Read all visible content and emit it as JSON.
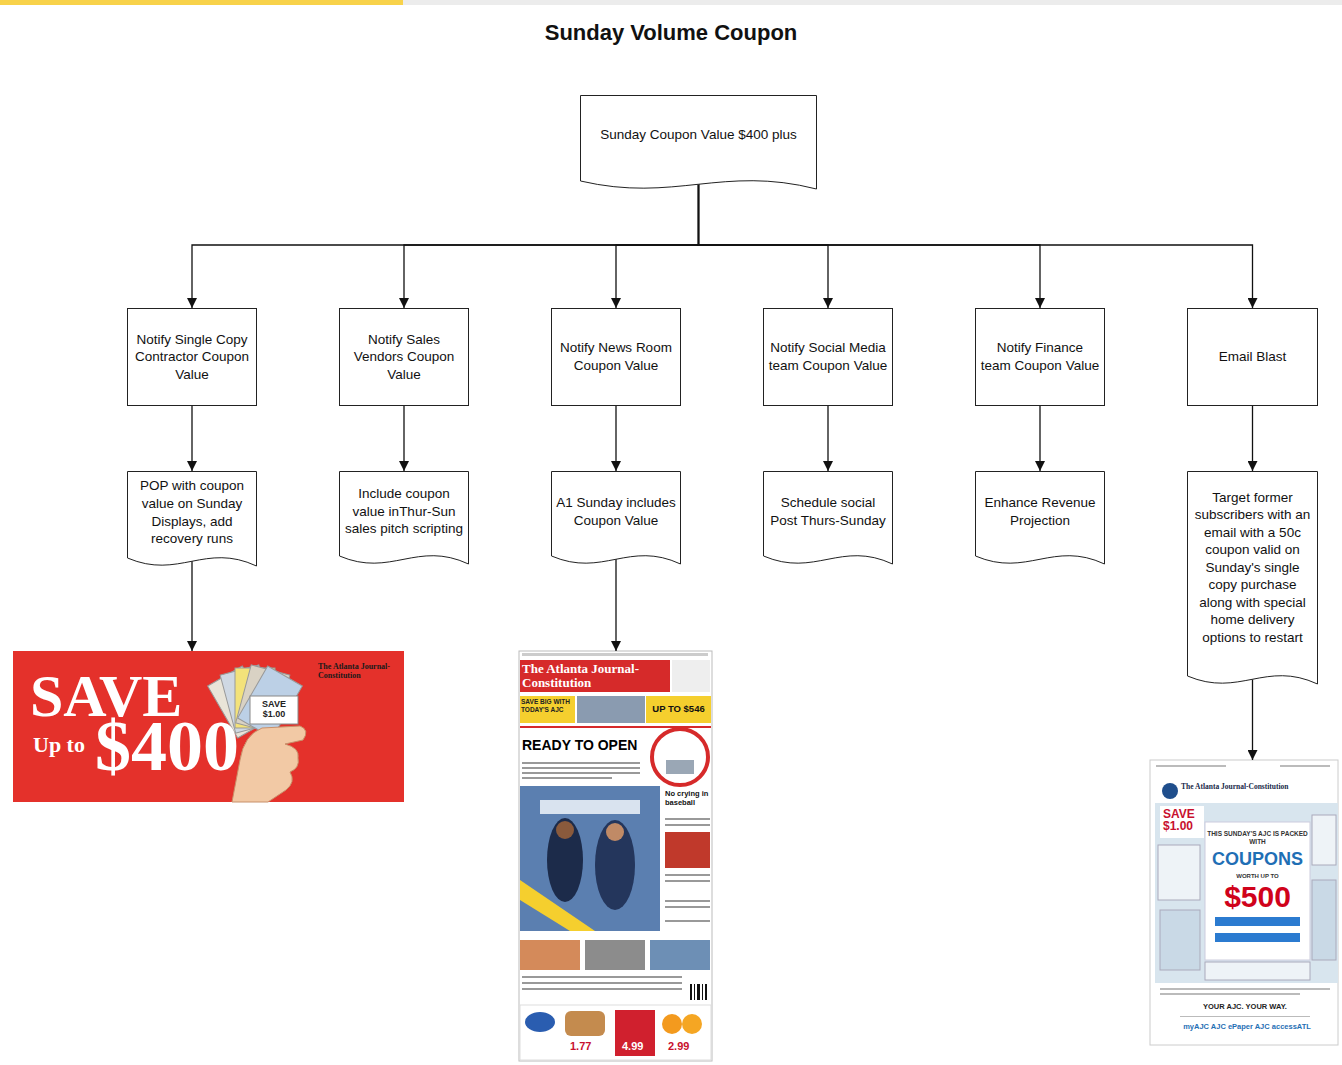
{
  "diagram": {
    "title": "Sunday Volume Coupon",
    "nodes": [
      {
        "text": [
          "Sunday Coupon Value $400 plus"
        ]
      },
      {
        "text": [
          "Notify Single Copy Contractor Coupon Value"
        ]
      },
      {
        "text": [
          "Notify Sales Vendors Coupon Value"
        ]
      },
      {
        "text": [
          "Notify News Room Coupon Value"
        ]
      },
      {
        "text": [
          "Notify Social Media team Coupon Value"
        ]
      },
      {
        "text": [
          "Notify Finance team Coupon Value"
        ]
      },
      {
        "text": [
          "Email Blast"
        ]
      },
      {
        "text": [
          "POP with coupon value on Sunday Displays, add recovery runs"
        ]
      },
      {
        "text": [
          "Include coupon value inThur-Sun sales pitch scripting"
        ]
      },
      {
        "text": [
          "A1 Sunday includes Coupon Value"
        ]
      },
      {
        "text": [
          "Schedule social Post Thurs-Sunday"
        ]
      },
      {
        "text": [
          "Enhance Revenue Projection"
        ]
      },
      {
        "text": [
          "Target former subscribers with an email with a 50c coupon valid on Sunday's single copy purchase along with special home delivery options to restart"
        ]
      },
      {
        "text": [
          "SAVE",
          "Up to",
          "$400",
          "The Atlanta Journal-Constitution"
        ]
      },
      {
        "text": [
          "The Atlanta Journal-Constitution",
          "SAVE BIG WITH TODAY'S AJC",
          "UP TO $546",
          "READY TO OPEN",
          "No crying in baseball",
          "1.77",
          "4.99",
          "2.99"
        ]
      },
      {
        "text": [
          "The Atlanta Journal-Constitution",
          "SAVE $1.00",
          "THIS SUNDAY'S AJC IS PACKED WITH",
          "COUPONS",
          "WORTH UP TO",
          "$500",
          "YOUR AJC. YOUR WAY.",
          "myAJC AJC ePaper AJC accessATL"
        ]
      }
    ],
    "edges": [
      {
        "from": 0,
        "to": 1,
        "arrow": "to"
      },
      {
        "from": 0,
        "to": 2,
        "arrow": "to"
      },
      {
        "from": 0,
        "to": 3,
        "arrow": "to"
      },
      {
        "from": 0,
        "to": 4,
        "arrow": "to"
      },
      {
        "from": 0,
        "to": 5,
        "arrow": "to"
      },
      {
        "from": 0,
        "to": 6,
        "arrow": "to"
      },
      {
        "from": 1,
        "to": 7,
        "arrow": "to"
      },
      {
        "from": 2,
        "to": 8,
        "arrow": "to"
      },
      {
        "from": 3,
        "to": 9,
        "arrow": "to"
      },
      {
        "from": 4,
        "to": 10,
        "arrow": "to"
      },
      {
        "from": 5,
        "to": 11,
        "arrow": "to"
      },
      {
        "from": 6,
        "to": 12,
        "arrow": "to"
      },
      {
        "from": 7,
        "to": 13,
        "arrow": "to"
      },
      {
        "from": 9,
        "to": 14,
        "arrow": "to"
      },
      {
        "from": 12,
        "to": 15,
        "arrow": "to"
      }
    ],
    "labels": [
      "SAVE $1.00"
    ]
  }
}
